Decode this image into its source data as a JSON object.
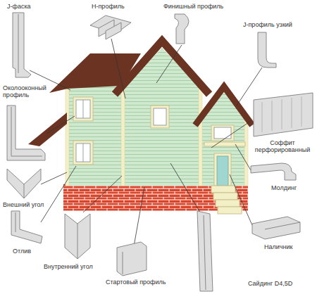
{
  "diagram": {
    "labels": [
      "J-фаска",
      "Н-профиль",
      "Финишный профиль",
      "J-профиль узкий",
      "Околооконный профиль",
      "Соффит перфорированный",
      "Внешний угол",
      "Молдинг",
      "Отлив",
      "Наличник",
      "Внутренний угол",
      "Стартовый профиль",
      "Сайдинг D4,5D"
    ]
  }
}
